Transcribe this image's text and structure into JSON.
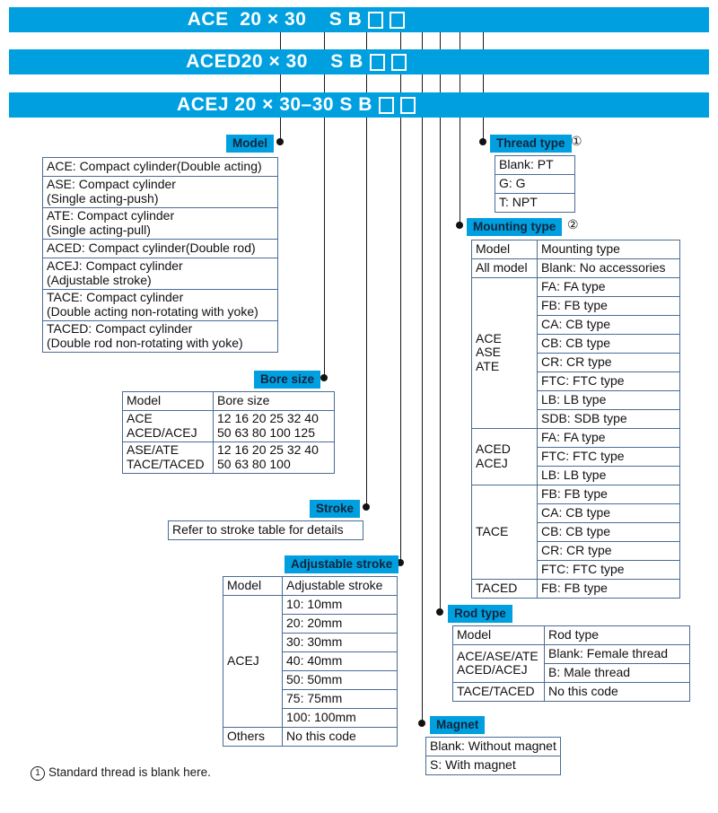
{
  "colors": {
    "accent": "#00a0e0",
    "table_border": "#4a6c94",
    "line": "#1a1a1a",
    "bar_text": "#ffffff",
    "label_text": "#10243c"
  },
  "code_bars": [
    {
      "model": "ACE",
      "bore": "20",
      "mult": "×",
      "stroke": "30",
      "adj": "",
      "magnet": "S",
      "rod": "B",
      "squares": 2
    },
    {
      "model": "ACED",
      "bore": "20",
      "mult": "×",
      "stroke": "30",
      "adj": "",
      "magnet": "S",
      "rod": "B",
      "squares": 2
    },
    {
      "model": "ACEJ",
      "bore": "20",
      "mult": "×",
      "stroke": "30",
      "adj": "-30",
      "magnet": "S",
      "rod": "B",
      "squares": 2
    }
  ],
  "code_bar_text": [
    "ACE  20 × 30    S B",
    "ACED20 × 30    S B",
    "ACEJ 20 × 30–30 S B"
  ],
  "sections": {
    "model": {
      "label": "Model",
      "rows": [
        "ACE: Compact cylinder(Double acting)",
        "ASE: Compact cylinder\n(Single acting-push)",
        "ATE: Compact cylinder\n(Single acting-pull)",
        "ACED: Compact cylinder(Double rod)",
        "ACEJ: Compact cylinder\n(Adjustable stroke)",
        "TACE: Compact cylinder\n(Double acting non-rotating with yoke)",
        "TACED: Compact cylinder\n(Double rod non-rotating with yoke)"
      ]
    },
    "thread_type": {
      "label": "Thread type",
      "note": "①",
      "rows": [
        "Blank: PT",
        "G: G",
        "T: NPT"
      ]
    },
    "mounting_type": {
      "label": "Mounting type",
      "note": "②",
      "headers": [
        "Model",
        "Mounting type"
      ],
      "groups": [
        {
          "model": "All model",
          "items": [
            "Blank: No accessories"
          ]
        },
        {
          "model": "ACE\nASE\nATE",
          "items": [
            "FA: FA type",
            "FB: FB type",
            "CA: CB type",
            "CB: CB type",
            "CR: CR type",
            "FTC: FTC type",
            "LB: LB type",
            "SDB: SDB type"
          ]
        },
        {
          "model": "ACED\nACEJ",
          "items": [
            "FA: FA type",
            "FTC: FTC type",
            "LB: LB type"
          ]
        },
        {
          "model": "TACE",
          "items": [
            "FB: FB type",
            "CA: CB type",
            "CB: CB type",
            "CR: CR type",
            "FTC: FTC type"
          ]
        },
        {
          "model": "TACED",
          "items": [
            "FB: FB type"
          ]
        }
      ]
    },
    "bore_size": {
      "label": "Bore size",
      "headers": [
        "Model",
        "Bore size"
      ],
      "rows": [
        {
          "model": "ACE\nACED/ACEJ",
          "value": "12 16 20 25 32 40\n50 63 80 100 125"
        },
        {
          "model": "ASE/ATE\nTACE/TACED",
          "value": "12 16 20 25 32 40\n50 63 80 100"
        }
      ]
    },
    "stroke": {
      "label": "Stroke",
      "text": "Refer to stroke table for details"
    },
    "adjustable_stroke": {
      "label": "Adjustable stroke",
      "headers": [
        "Model",
        "Adjustable stroke"
      ],
      "group_model": "ACEJ",
      "values": [
        "10: 10mm",
        "20: 20mm",
        "30: 30mm",
        "40: 40mm",
        "50: 50mm",
        "75: 75mm",
        "100: 100mm"
      ],
      "others_model": "Others",
      "others_value": "No this code"
    },
    "rod_type": {
      "label": "Rod type",
      "headers": [
        "Model",
        "Rod type"
      ],
      "rows": [
        {
          "model": "ACE/ASE/ATE\nACED/ACEJ",
          "values": [
            "Blank: Female thread",
            "B: Male thread"
          ]
        },
        {
          "model": "TACE/TACED",
          "values": [
            "No this code"
          ]
        }
      ]
    },
    "magnet": {
      "label": "Magnet",
      "rows": [
        "Blank: Without magnet",
        "S: With magnet"
      ]
    }
  },
  "footnote": {
    "mark": "1",
    "text": "Standard thread is blank here."
  }
}
